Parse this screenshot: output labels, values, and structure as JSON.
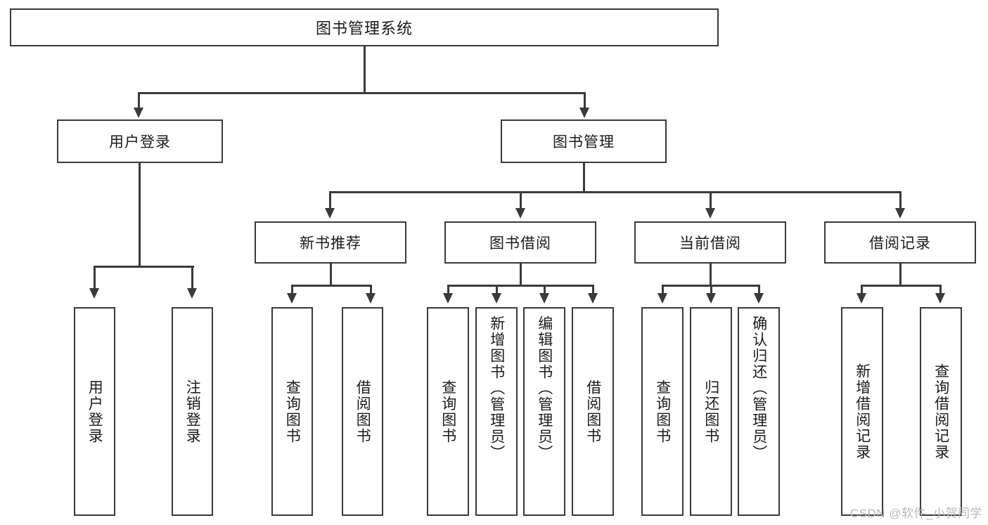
{
  "diagram": {
    "type": "tree-hierarchy",
    "title": "图书管理系统",
    "root": {
      "label": "图书管理系统"
    },
    "level2": [
      {
        "label": "用户登录"
      },
      {
        "label": "图书管理"
      }
    ],
    "level3": [
      {
        "label": "新书推荐"
      },
      {
        "label": "图书借阅"
      },
      {
        "label": "当前借阅"
      },
      {
        "label": "借阅记录"
      }
    ],
    "leaves": {
      "user_login": [
        {
          "label": "用户登录"
        },
        {
          "label": "注销登录"
        }
      ],
      "new_book_recommend": [
        {
          "label": "查询图书"
        },
        {
          "label": "借阅图书"
        }
      ],
      "book_borrow": [
        {
          "label": "查询图书"
        },
        {
          "label": "新增图书（管理员）"
        },
        {
          "label": "编辑图书（管理员）"
        },
        {
          "label": "借阅图书"
        }
      ],
      "current_borrow": [
        {
          "label": "查询图书"
        },
        {
          "label": "归还图书"
        },
        {
          "label": "确认归还（管理员）"
        }
      ],
      "borrow_record": [
        {
          "label": "新增借阅记录"
        },
        {
          "label": "查询借阅记录"
        }
      ]
    },
    "colors": {
      "stroke": "#3a3a3a",
      "fill": "#ffffff",
      "text": "#1b1b1b",
      "watermark": "#b9b9b9"
    }
  },
  "watermark": {
    "text": "CSDN @软件_小贺同学"
  }
}
